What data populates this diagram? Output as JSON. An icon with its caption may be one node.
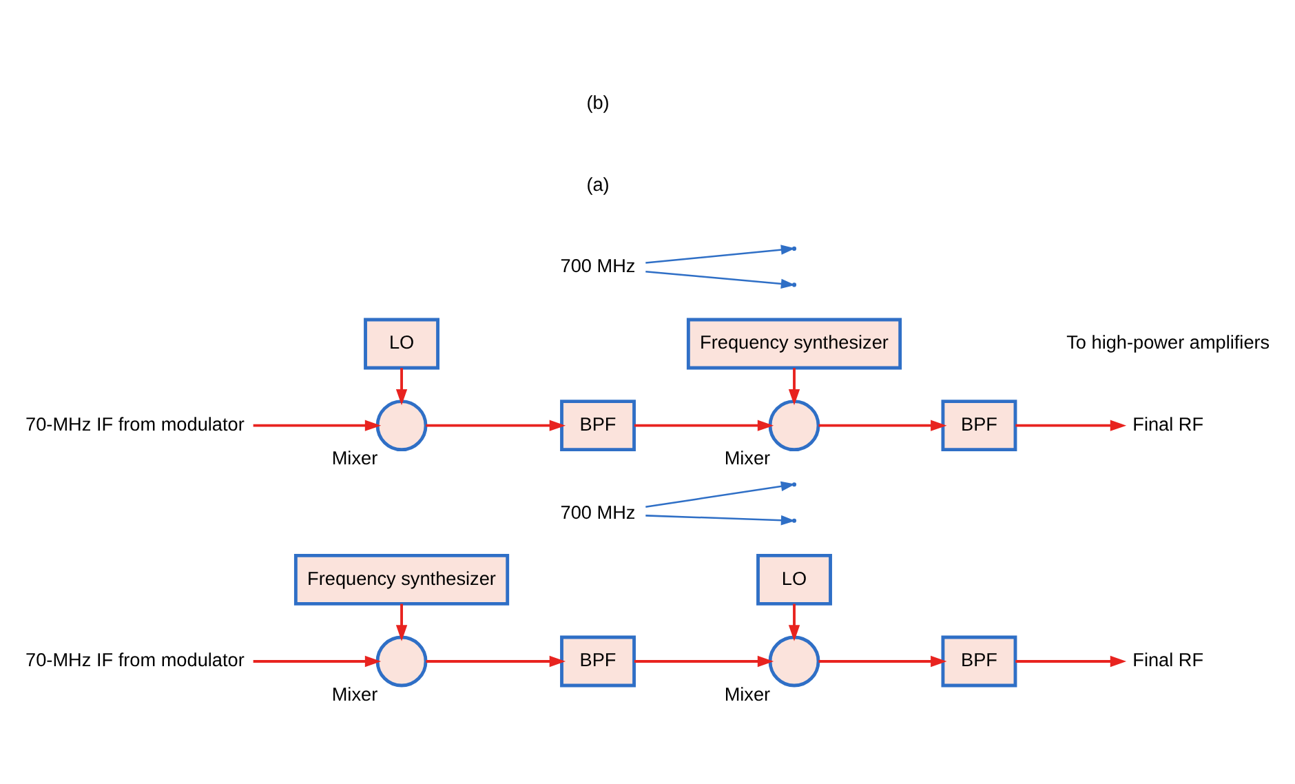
{
  "diagram": {
    "nodes": [
      {
        "text": [
          "70-MHz IF from modulator"
        ]
      },
      {
        "text": [],
        "shape": "circle",
        "beside": [
          "Mixer"
        ]
      },
      {
        "text": [
          "BPF"
        ]
      },
      {
        "text": [],
        "shape": "circle",
        "beside": [
          "Mixer"
        ]
      },
      {
        "text": [
          "BPF"
        ]
      },
      {
        "text": [
          "Final RF"
        ]
      },
      {
        "text": [
          "Frequency synthesizer"
        ]
      },
      {
        "text": [
          "LO"
        ]
      },
      {
        "text": [
          "700 MHz"
        ]
      },
      {
        "text": [
          "70-MHz IF from modulator"
        ]
      },
      {
        "text": [],
        "shape": "circle",
        "beside": [
          "Mixer"
        ]
      },
      {
        "text": [
          "BPF"
        ]
      },
      {
        "text": [],
        "shape": "circle",
        "beside": [
          "Mixer"
        ]
      },
      {
        "text": [
          "BPF"
        ]
      },
      {
        "text": [
          "Final RF"
        ]
      },
      {
        "text": [
          "LO"
        ]
      },
      {
        "text": [
          "Frequency synthesizer"
        ]
      },
      {
        "text": [
          "700 MHz"
        ]
      }
    ],
    "edges": [
      {
        "from": 0,
        "to": 1,
        "arrow": "to"
      },
      {
        "from": 1,
        "to": 2,
        "arrow": "to"
      },
      {
        "from": 2,
        "to": 3,
        "arrow": "to"
      },
      {
        "from": 3,
        "to": 4,
        "arrow": "to"
      },
      {
        "from": 4,
        "to": 5,
        "arrow": "to"
      },
      {
        "from": 6,
        "to": 1,
        "arrow": "to"
      },
      {
        "from": 7,
        "to": 3,
        "arrow": "to"
      },
      {
        "from": 8,
        "to": null,
        "arrow": "to",
        "color": "#2f6fc6"
      },
      {
        "from": 8,
        "to": null,
        "arrow": "to",
        "color": "#2f6fc6"
      },
      {
        "from": 9,
        "to": 10,
        "arrow": "to"
      },
      {
        "from": 10,
        "to": 11,
        "arrow": "to"
      },
      {
        "from": 11,
        "to": 12,
        "arrow": "to"
      },
      {
        "from": 12,
        "to": 13,
        "arrow": "to"
      },
      {
        "from": 13,
        "to": 14,
        "arrow": "to"
      },
      {
        "from": 15,
        "to": 10,
        "arrow": "to"
      },
      {
        "from": 16,
        "to": 12,
        "arrow": "to"
      },
      {
        "from": 17,
        "to": null,
        "arrow": "to",
        "color": "#2f6fc6"
      },
      {
        "from": 17,
        "to": null,
        "arrow": "to",
        "color": "#2f6fc6"
      }
    ],
    "labels": [
      "To high-power amplifiers",
      "(a)",
      "(b)"
    ]
  }
}
